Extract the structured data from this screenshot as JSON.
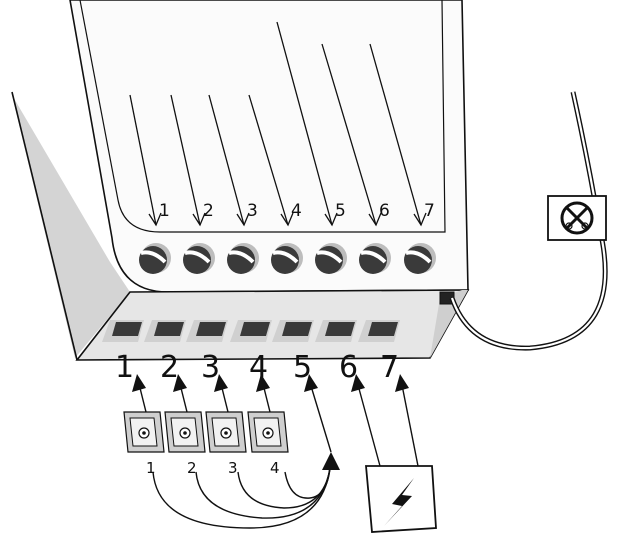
{
  "top_terminal_labels": [
    "1",
    "2",
    "3",
    "4",
    "5",
    "6",
    "7"
  ],
  "bottom_terminal_labels": [
    "1",
    "2",
    "3",
    "4",
    "5",
    "6",
    "7"
  ],
  "switch_labels": [
    "1",
    "2",
    "3",
    "4"
  ],
  "icons": {
    "scissors_symbol": "no-cut-scissors-icon",
    "power_supply": "lightning-bolt-icon",
    "switch": "contact-switch-icon"
  },
  "colors": {
    "line": "#111111",
    "panel_light": "#f6f6f6",
    "panel_side": "#cfcfcf",
    "terminal_hole": "#3a3a3a"
  }
}
